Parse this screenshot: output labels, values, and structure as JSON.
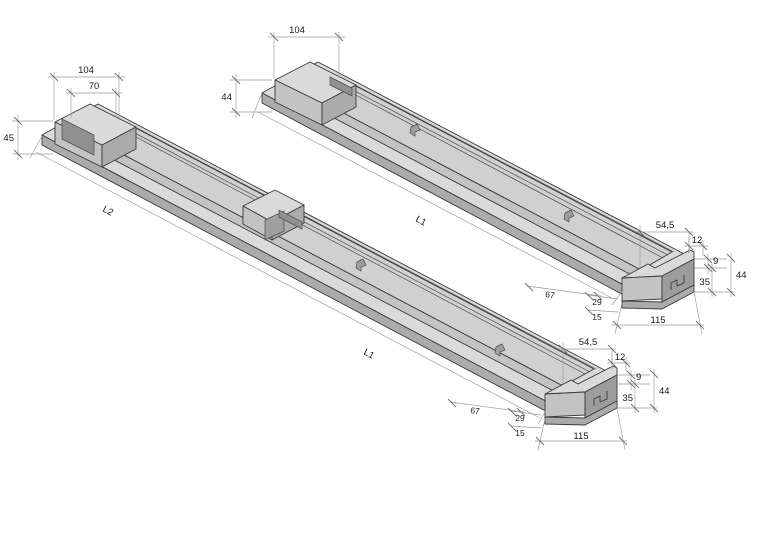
{
  "drawing": {
    "title": "Isometric technical drawing - two rail beam assemblies",
    "units": "mm",
    "background_color": "#ffffff",
    "line_color": "#3a3a3a",
    "dimension_line_color": "#8a8a8a",
    "text_color": "#1a1a1a",
    "face_colors": {
      "top_light": "#d8d8d8",
      "top_mid": "#cfcfcf",
      "side_mid": "#c4c4c4",
      "side_dark": "#a8a8a8",
      "front_dark": "#9a9a9a",
      "groove_dark": "#8f8f8f",
      "tab_dark": "#9e9e9e"
    }
  },
  "parts": [
    {
      "id": "beam-long-left",
      "name": "Long beam with mid step block",
      "length_label": "L2",
      "sublength_label": "L1"
    },
    {
      "id": "beam-upper-right",
      "name": "Beam with end step block",
      "length_label": "L1"
    }
  ],
  "dimensions": {
    "left_beam_top": {
      "width_outer": "104",
      "width_inner": "70",
      "height": "45",
      "length_major": "L2",
      "length_minor": "L1"
    },
    "upper_beam_left": {
      "width_outer": "104",
      "height": "44",
      "length": "L1"
    },
    "upper_beam_right": {
      "offset_top": "54,5",
      "notch_width": "12",
      "top_flange": "9",
      "body_height": "35",
      "total_height": "44",
      "base_width": "115",
      "depth_a": "67",
      "depth_b": "29",
      "depth_c": "15"
    },
    "lower_beam_right": {
      "offset_top": "54,5",
      "notch_width": "12",
      "top_flange": "9",
      "body_height": "35",
      "total_height": "44",
      "base_width": "115",
      "depth_a": "67",
      "depth_b": "29",
      "depth_c": "15"
    }
  },
  "labels": {
    "d104_a": "104",
    "d70": "70",
    "d45": "45",
    "dL2": "L2",
    "dL1_lower": "L1",
    "d104_b": "104",
    "d44_left": "44",
    "dL1_upper": "L1",
    "d545_upper": "54,5",
    "d12_upper": "12",
    "d9_upper": "9",
    "d35_upper": "35",
    "d44_upper": "44",
    "d115_upper": "115",
    "d67_upper": "67",
    "d29_upper": "29",
    "d15_upper": "15",
    "d545_lower": "54,5",
    "d12_lower": "12",
    "d9_lower": "9",
    "d35_lower": "35",
    "d44_lower": "44",
    "d115_lower": "115",
    "d67_lower": "67",
    "d29_lower": "29",
    "d15_lower": "15"
  }
}
